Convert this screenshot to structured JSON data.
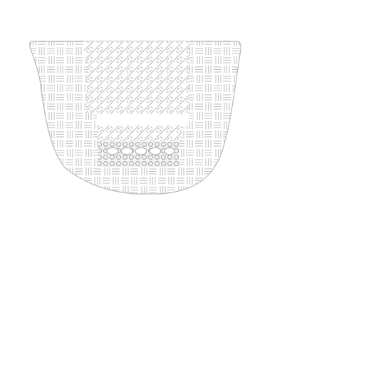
{
  "figure": {
    "background_color": "#ffffff",
    "outline_color": "#b9b9b9",
    "pattern_color": "#c2c2c2",
    "regions": [
      {
        "name": "outer-vessel",
        "pattern": "basket-weave"
      },
      {
        "name": "upper-panel",
        "pattern": "herringbone-twill"
      },
      {
        "name": "lower-band",
        "pattern": "herringbone-twill"
      },
      {
        "name": "dotted-band",
        "pattern": "dot-net"
      }
    ]
  }
}
